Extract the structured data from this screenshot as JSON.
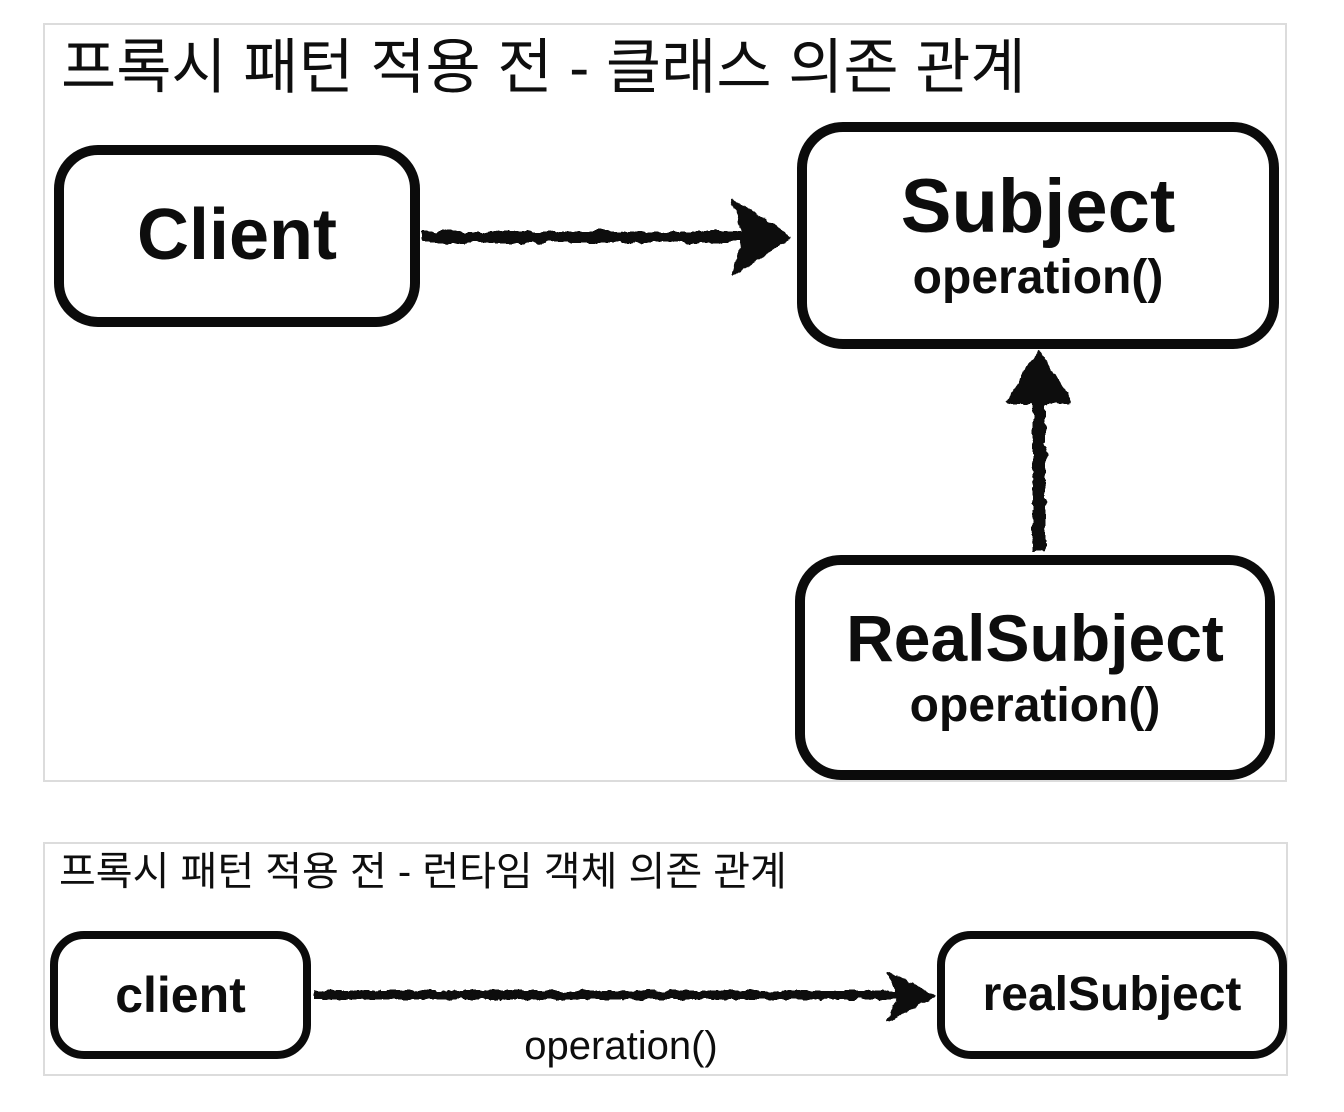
{
  "colors": {
    "ink": "#0d0d0d",
    "panel_border": "#dcdcdc",
    "background": "#ffffff"
  },
  "panels": {
    "class_diagram": {
      "title": "프록시 패턴 적용 전 - 클래스 의존 관계",
      "nodes": {
        "client": {
          "label": "Client"
        },
        "subject": {
          "label": "Subject",
          "method": "operation()"
        },
        "real_subject": {
          "label": "RealSubject",
          "method": "operation()"
        }
      },
      "edges": [
        {
          "from": "Client",
          "to": "Subject",
          "type": "association-arrow"
        },
        {
          "from": "RealSubject",
          "to": "Subject",
          "type": "generalization-arrow"
        }
      ]
    },
    "runtime_diagram": {
      "title": "프록시 패턴 적용 전 - 런타임 객체 의존 관계",
      "nodes": {
        "client": {
          "label": "client"
        },
        "real_subject": {
          "label": "realSubject"
        }
      },
      "edges": [
        {
          "from": "client",
          "to": "realSubject",
          "label": "operation()",
          "type": "association-arrow"
        }
      ]
    }
  }
}
